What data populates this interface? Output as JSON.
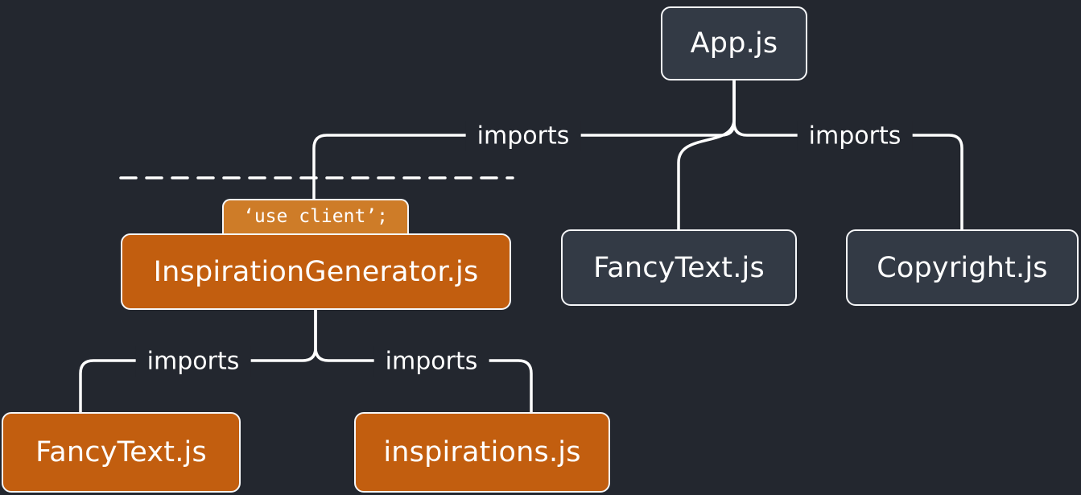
{
  "diagram_type": "module-dependency-tree",
  "nodes": {
    "app": {
      "label": "App.js",
      "kind": "server"
    },
    "inspiration_generator": {
      "label": "InspirationGenerator.js",
      "kind": "client",
      "badge": "‘use client’;"
    },
    "fancy_text_server": {
      "label": "FancyText.js",
      "kind": "server"
    },
    "copyright": {
      "label": "Copyright.js",
      "kind": "server"
    },
    "fancy_text_client": {
      "label": "FancyText.js",
      "kind": "client"
    },
    "inspirations": {
      "label": "inspirations.js",
      "kind": "client"
    }
  },
  "edges": {
    "app_to_inspiration_generator": {
      "label": "imports"
    },
    "app_to_fancy_text": {
      "label": ""
    },
    "app_to_copyright": {
      "label": "imports"
    },
    "inspiration_generator_to_fancy_text": {
      "label": "imports"
    },
    "inspiration_generator_to_inspirations": {
      "label": "imports"
    }
  },
  "colors": {
    "background": "#23272F",
    "server_node": "#333A45",
    "client_node": "#C25E0F",
    "badge": "#CE7C28",
    "node_border": "#F6F7F9",
    "line": "#FFFFFF",
    "text": "#FFFFFF"
  }
}
